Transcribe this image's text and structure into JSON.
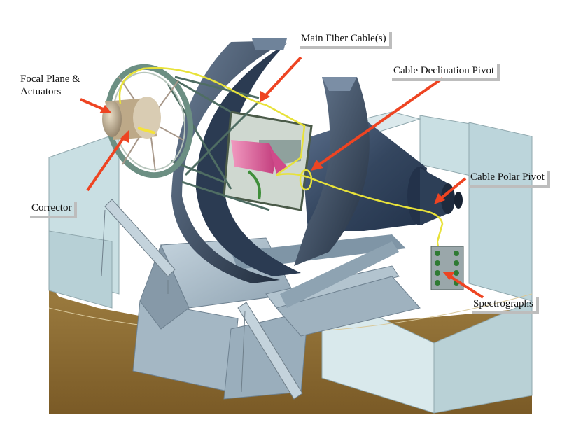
{
  "labels": {
    "focal_plane": "Focal Plane & Actuators",
    "main_fiber": "Main Fiber Cable(s)",
    "cable_dec": "Cable Declination Pivot",
    "cable_polar": "Cable Polar Pivot",
    "corrector": "Corrector",
    "spectrographs": "Spectrographs"
  },
  "colors": {
    "floor": "#8a6a33",
    "dome_wall": "#c9dfe3",
    "mount_steel": "#a9bcc9",
    "tube_dark": "#2c3e55",
    "arrow": "#ee4422",
    "cable": "#e8e23a",
    "camera": "#e0609a"
  }
}
